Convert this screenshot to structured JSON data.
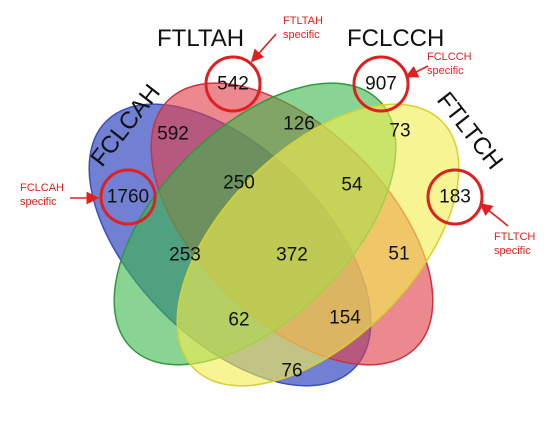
{
  "sets": [
    {
      "id": "fclcah",
      "label": "FCLCAH",
      "color": "#3a4fc0"
    },
    {
      "id": "ftltah",
      "label": "FTLTAH",
      "color": "#e0404a"
    },
    {
      "id": "fclcch",
      "label": "FCLCCH",
      "color": "#3ab84a"
    },
    {
      "id": "ftltch",
      "label": "FTLTCH",
      "color": "#f2ee50"
    }
  ],
  "regions": [
    {
      "id": "ftltah-only",
      "value": "542"
    },
    {
      "id": "fclcch-only",
      "value": "907"
    },
    {
      "id": "fclcah-ftltah",
      "value": "592"
    },
    {
      "id": "ftltah-fclcch",
      "value": "126"
    },
    {
      "id": "fclcch-ftltch",
      "value": "73"
    },
    {
      "id": "fclcah-only",
      "value": "1760"
    },
    {
      "id": "fclcah-ftltah-fclcch",
      "value": "250"
    },
    {
      "id": "ftltah-fclcch-ftltch",
      "value": "54"
    },
    {
      "id": "ftltch-only",
      "value": "183"
    },
    {
      "id": "fclcah-fclcch",
      "value": "253"
    },
    {
      "id": "all-four",
      "value": "372"
    },
    {
      "id": "ftltah-ftltch",
      "value": "51"
    },
    {
      "id": "fclcah-fclcch-ftltch",
      "value": "62"
    },
    {
      "id": "fclcah-ftltah-ftltch",
      "value": "154"
    },
    {
      "id": "fclcah-ftltch",
      "value": "76"
    }
  ],
  "annotations": {
    "ftltah": [
      "FTLTAH",
      "specific"
    ],
    "fclcch": [
      "FCLCCH",
      "specific"
    ],
    "fclcah": [
      "FCLCAH",
      "specific"
    ],
    "ftltch": [
      "FTLTCH",
      "specific"
    ]
  },
  "annotation_color": "#e02020"
}
